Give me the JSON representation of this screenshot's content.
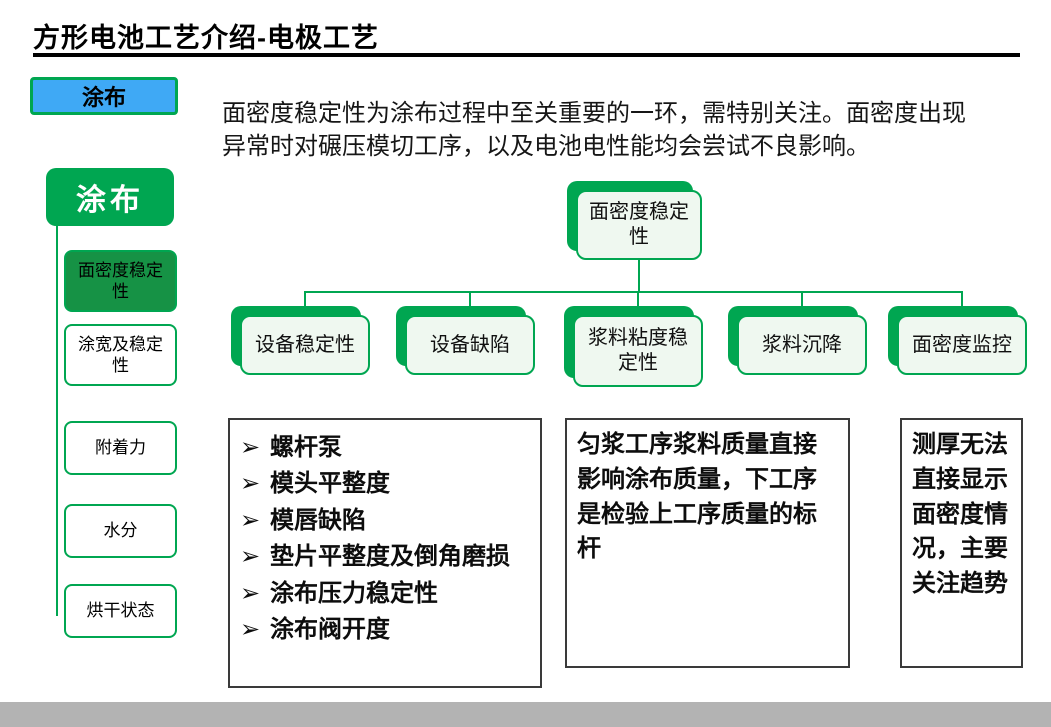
{
  "header": {
    "title": "方形电池工艺介绍-电极工艺"
  },
  "tag": {
    "label": "涂布"
  },
  "intro": {
    "line1": "面密度稳定性为涂布过程中至关重要的一环，需特别关注。面密度出现",
    "line2": "异常时对碾压模切工序，以及电池电性能均会尝试不良影响。"
  },
  "sidebar": {
    "header": "涂布",
    "items": [
      {
        "label": "面密度稳定性",
        "selected": true
      },
      {
        "label": "涂宽及稳定性",
        "selected": false
      },
      {
        "label": "附着力",
        "selected": false
      },
      {
        "label": "水分",
        "selected": false
      },
      {
        "label": "烘干状态",
        "selected": false
      }
    ]
  },
  "diagram": {
    "root": "面密度稳定性",
    "children": [
      "设备稳定性",
      "设备缺陷",
      "浆料粘度稳定性",
      "浆料沉降",
      "面密度监控"
    ]
  },
  "notes": {
    "bullet_char": "➢",
    "bullets": [
      "螺杆泵",
      "模头平整度",
      "模唇缺陷",
      "垫片平整度及倒角磨损",
      "涂布压力稳定性",
      "涂布阀开度"
    ],
    "slurry_note": "匀浆工序浆料质量直接影响涂布质量，下工序是检验上工序质量的标杆",
    "monitor_note": "测厚无法直接显示面密度情况，主要关注趋势"
  },
  "colors": {
    "green": "#00A651",
    "dark_green": "#169245",
    "light_green": "#EFF8F0",
    "blue": "#3FA9F5"
  }
}
